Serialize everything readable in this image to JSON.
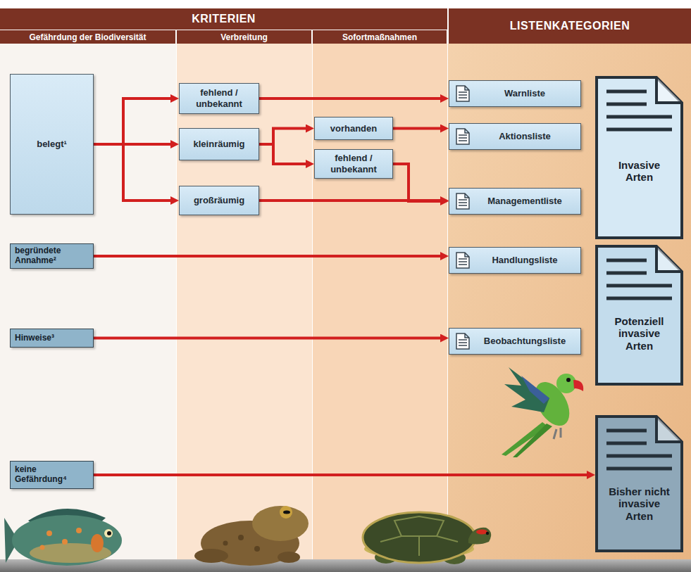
{
  "diagram": {
    "nodes": [
      {
        "text": [
          "KRITERIEN"
        ]
      },
      {
        "text": [
          "Gefährdung der Biodiversität"
        ]
      },
      {
        "text": [
          "Verbreitung"
        ]
      },
      {
        "text": [
          "Sofortmaßnahmen"
        ]
      },
      {
        "text": [
          "LISTENKATEGORIEN"
        ]
      },
      {
        "text": [
          "belegt¹"
        ]
      },
      {
        "text": [
          "fehlend / unbekannt"
        ]
      },
      {
        "text": [
          "kleinräumig"
        ]
      },
      {
        "text": [
          "großräumig"
        ]
      },
      {
        "text": [
          "vorhanden"
        ]
      },
      {
        "text": [
          "fehlend / unbekannt"
        ]
      },
      {
        "text": [
          "Warnliste"
        ]
      },
      {
        "text": [
          "Aktionsliste"
        ]
      },
      {
        "text": [
          "Managementliste"
        ]
      },
      {
        "text": [
          "Invasive Arten"
        ]
      },
      {
        "text": [
          "begründete Annahme²"
        ]
      },
      {
        "text": [
          "Handlungsliste"
        ]
      },
      {
        "text": [
          "Potenziell invasive Arten"
        ]
      },
      {
        "text": [
          "Hinweise³"
        ]
      },
      {
        "text": [
          "Beobachtungsliste"
        ]
      },
      {
        "text": [
          "keine Gefährdung⁴"
        ]
      },
      {
        "text": [
          "Bisher nicht invasive Arten"
        ]
      }
    ],
    "edges": [
      {
        "from": 5,
        "to": 6,
        "arrow": "to"
      },
      {
        "from": 5,
        "to": 7,
        "arrow": "to"
      },
      {
        "from": 5,
        "to": 8,
        "arrow": "to"
      },
      {
        "from": 6,
        "to": 11,
        "arrow": "to"
      },
      {
        "from": 7,
        "to": 9,
        "arrow": "to"
      },
      {
        "from": 7,
        "to": 10,
        "arrow": "to"
      },
      {
        "from": 9,
        "to": 12,
        "arrow": "to"
      },
      {
        "from": 10,
        "to": 13,
        "arrow": "to"
      },
      {
        "from": 8,
        "to": 13,
        "arrow": "to"
      },
      {
        "from": 15,
        "to": 16,
        "arrow": "to"
      },
      {
        "from": 18,
        "to": 19,
        "arrow": "to"
      },
      {
        "from": 20,
        "to": 21,
        "arrow": "to"
      }
    ]
  }
}
